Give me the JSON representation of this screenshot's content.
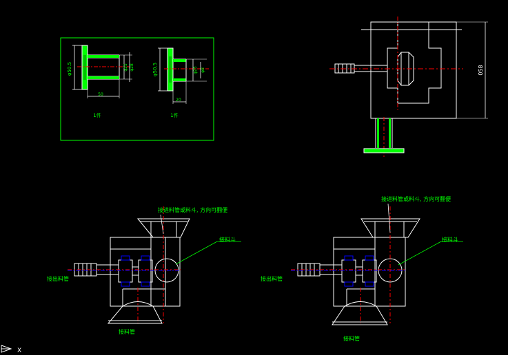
{
  "detail": {
    "part_a": {
      "dim_flange_dia": "φ50.5",
      "dim_d1": "φ25",
      "dim_d2": "φ28",
      "dim_length": "50",
      "qty": "1件"
    },
    "part_b": {
      "dim_flange_dia": "φ50.5",
      "dim_d1": "φ25",
      "dim_d2": "φ8",
      "dim_length": "20",
      "qty": "1件"
    }
  },
  "top_view": {
    "dim_height": "058"
  },
  "left_assembly": {
    "label_top": "接进料管或料斗, 方向可翻便",
    "label_hopper": "接料斗",
    "label_outlet": "接出料管",
    "label_bottom": "接料管"
  },
  "right_assembly": {
    "label_top": "接进料管或料斗, 方向可翻便",
    "label_hopper": "接料斗",
    "label_outlet": "接出料管",
    "label_bottom": "接料管"
  },
  "ucs": {
    "icon_name": "ucs-axis-icon",
    "x_label": "X"
  },
  "colors": {
    "background": "#000000",
    "line": "#ffffff",
    "text": "#00ff00",
    "center": "#ff0000",
    "fill": "#00ff00",
    "cyan": "#00ffff",
    "blue": "#0000ff",
    "yellow": "#ffff00"
  }
}
